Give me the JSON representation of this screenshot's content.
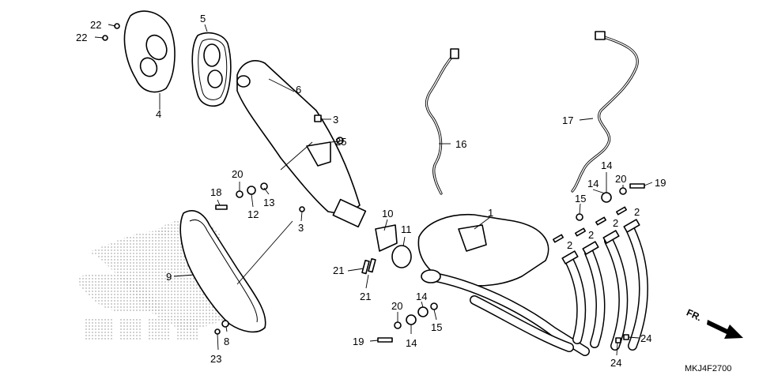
{
  "diagram_code": "MKJ4F2700",
  "front_marker": "FR.",
  "callouts": [
    {
      "id": "c1",
      "text": "1"
    },
    {
      "id": "c2a",
      "text": "2"
    },
    {
      "id": "c2b",
      "text": "2"
    },
    {
      "id": "c2c",
      "text": "2"
    },
    {
      "id": "c2d",
      "text": "2"
    },
    {
      "id": "c3a",
      "text": "3"
    },
    {
      "id": "c3b",
      "text": "3"
    },
    {
      "id": "c4",
      "text": "4"
    },
    {
      "id": "c5",
      "text": "5"
    },
    {
      "id": "c6",
      "text": "6"
    },
    {
      "id": "c8",
      "text": "8"
    },
    {
      "id": "c9",
      "text": "9"
    },
    {
      "id": "c10",
      "text": "10"
    },
    {
      "id": "c11",
      "text": "11"
    },
    {
      "id": "c12",
      "text": "12"
    },
    {
      "id": "c13",
      "text": "13"
    },
    {
      "id": "c14a",
      "text": "14"
    },
    {
      "id": "c14b",
      "text": "14"
    },
    {
      "id": "c14c",
      "text": "14"
    },
    {
      "id": "c14d",
      "text": "14"
    },
    {
      "id": "c15a",
      "text": "15"
    },
    {
      "id": "c15b",
      "text": "15"
    },
    {
      "id": "c16",
      "text": "16"
    },
    {
      "id": "c17",
      "text": "17"
    },
    {
      "id": "c18",
      "text": "18"
    },
    {
      "id": "c19a",
      "text": "19"
    },
    {
      "id": "c19b",
      "text": "19"
    },
    {
      "id": "c20a",
      "text": "20"
    },
    {
      "id": "c20b",
      "text": "20"
    },
    {
      "id": "c20c",
      "text": "20"
    },
    {
      "id": "c21a",
      "text": "21"
    },
    {
      "id": "c21b",
      "text": "21"
    },
    {
      "id": "c22a",
      "text": "22"
    },
    {
      "id": "c22b",
      "text": "22"
    },
    {
      "id": "c23",
      "text": "23"
    },
    {
      "id": "c24a",
      "text": "24"
    },
    {
      "id": "c24b",
      "text": "24"
    },
    {
      "id": "c25",
      "text": "25"
    }
  ]
}
